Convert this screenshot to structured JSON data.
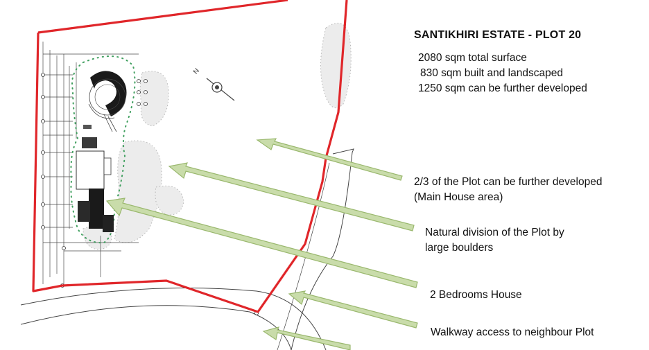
{
  "plan": {
    "title": "SANTIKHIRI ESTATE  -  PLOT 20",
    "stats": [
      "2080 sqm total surface",
      " 830 sqm built and landscaped",
      "1250 sqm can be further developed"
    ],
    "notes": [
      {
        "line1": "2/3 of the Plot can be further developed",
        "line2": "(Main House area)"
      },
      {
        "line1": "Natural division of the Plot by",
        "line2": "large boulders"
      },
      {
        "line1": "2 Bedrooms House",
        "line2": ""
      },
      {
        "line1": "Walkway access to neighbour Plot",
        "line2": ""
      }
    ],
    "compass_label": "N",
    "colors": {
      "boundary": "#e0262a",
      "arrow_fill": "#c9dcaa",
      "arrow_stroke": "#9ab86e",
      "boulder_dots": "#3f9f5e",
      "building": "#1a1a1a",
      "drawing_lines": "#333333"
    }
  }
}
